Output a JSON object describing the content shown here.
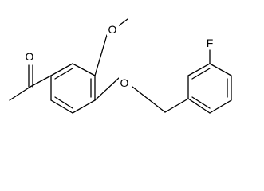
{
  "atoms": {
    "oxygen_carbonyl": "O",
    "oxygen_methoxy": "O",
    "oxygen_ether": "O",
    "fluorine": "F"
  },
  "colors": {
    "bond": "#000000",
    "label": "#000000",
    "background": "#ffffff"
  }
}
